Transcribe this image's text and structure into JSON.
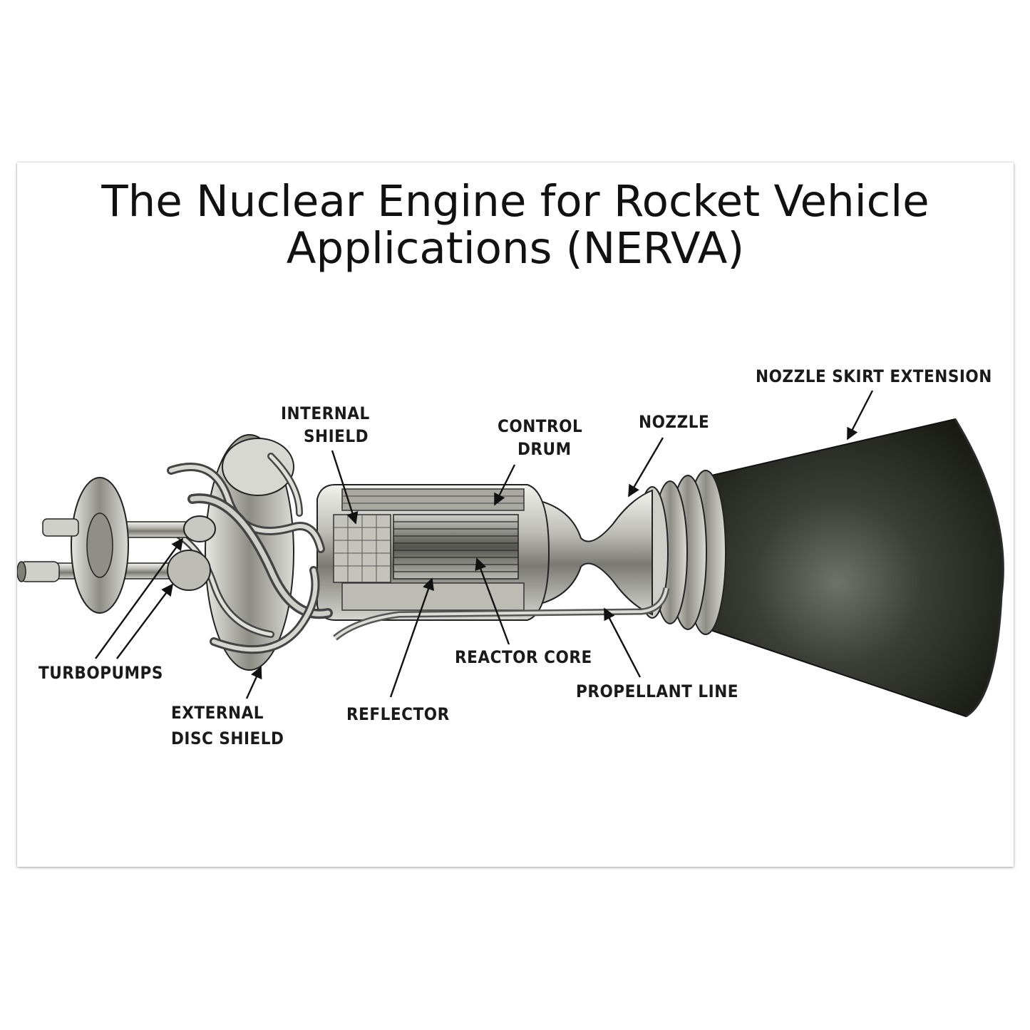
{
  "title": {
    "line1": "The Nuclear Engine for Rocket Vehicle",
    "line2": "Applications (NERVA)"
  },
  "labels": {
    "nozzle_skirt_extension": "NOZZLE SKIRT EXTENSION",
    "internal_shield_1": "INTERNAL",
    "internal_shield_2": "SHIELD",
    "control_drum_1": "CONTROL",
    "control_drum_2": "DRUM",
    "nozzle": "NOZZLE",
    "turbopumps": "TURBOPUMPS",
    "external_disc_shield_1": "EXTERNAL",
    "external_disc_shield_2": "DISC SHIELD",
    "reflector": "REFLECTOR",
    "reactor_core": "REACTOR CORE",
    "propellant_line": "PROPELLANT LINE"
  },
  "colors": {
    "ink": "#111111",
    "metal_light": "#d9d9d4",
    "metal_dark": "#6e6e68",
    "skirt": "#262a24"
  }
}
